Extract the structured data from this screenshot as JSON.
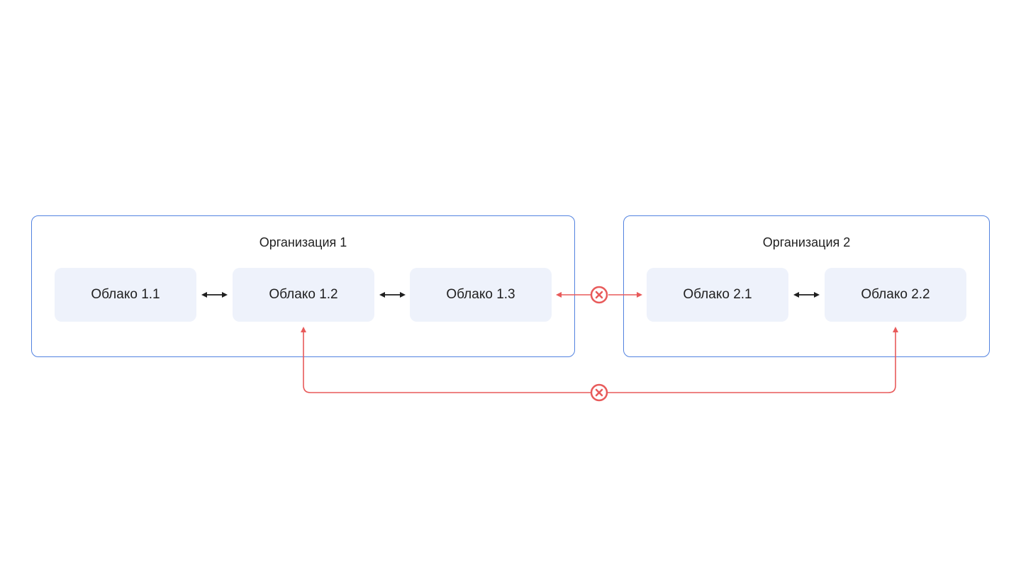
{
  "organizations": [
    {
      "title": "Организация 1",
      "clouds": [
        "Облако 1.1",
        "Облако 1.2",
        "Облако 1.3"
      ]
    },
    {
      "title": "Организация 2",
      "clouds": [
        "Облако 2.1",
        "Облако 2.2"
      ]
    }
  ],
  "colors": {
    "org_border": "#5282e0",
    "cloud_fill": "#eef2fb",
    "allowed_link": "#1f1f1f",
    "blocked_link": "#e85a5a"
  },
  "icons": {
    "allowed": "double-arrow-icon",
    "blocked": "blocked-x-icon"
  }
}
